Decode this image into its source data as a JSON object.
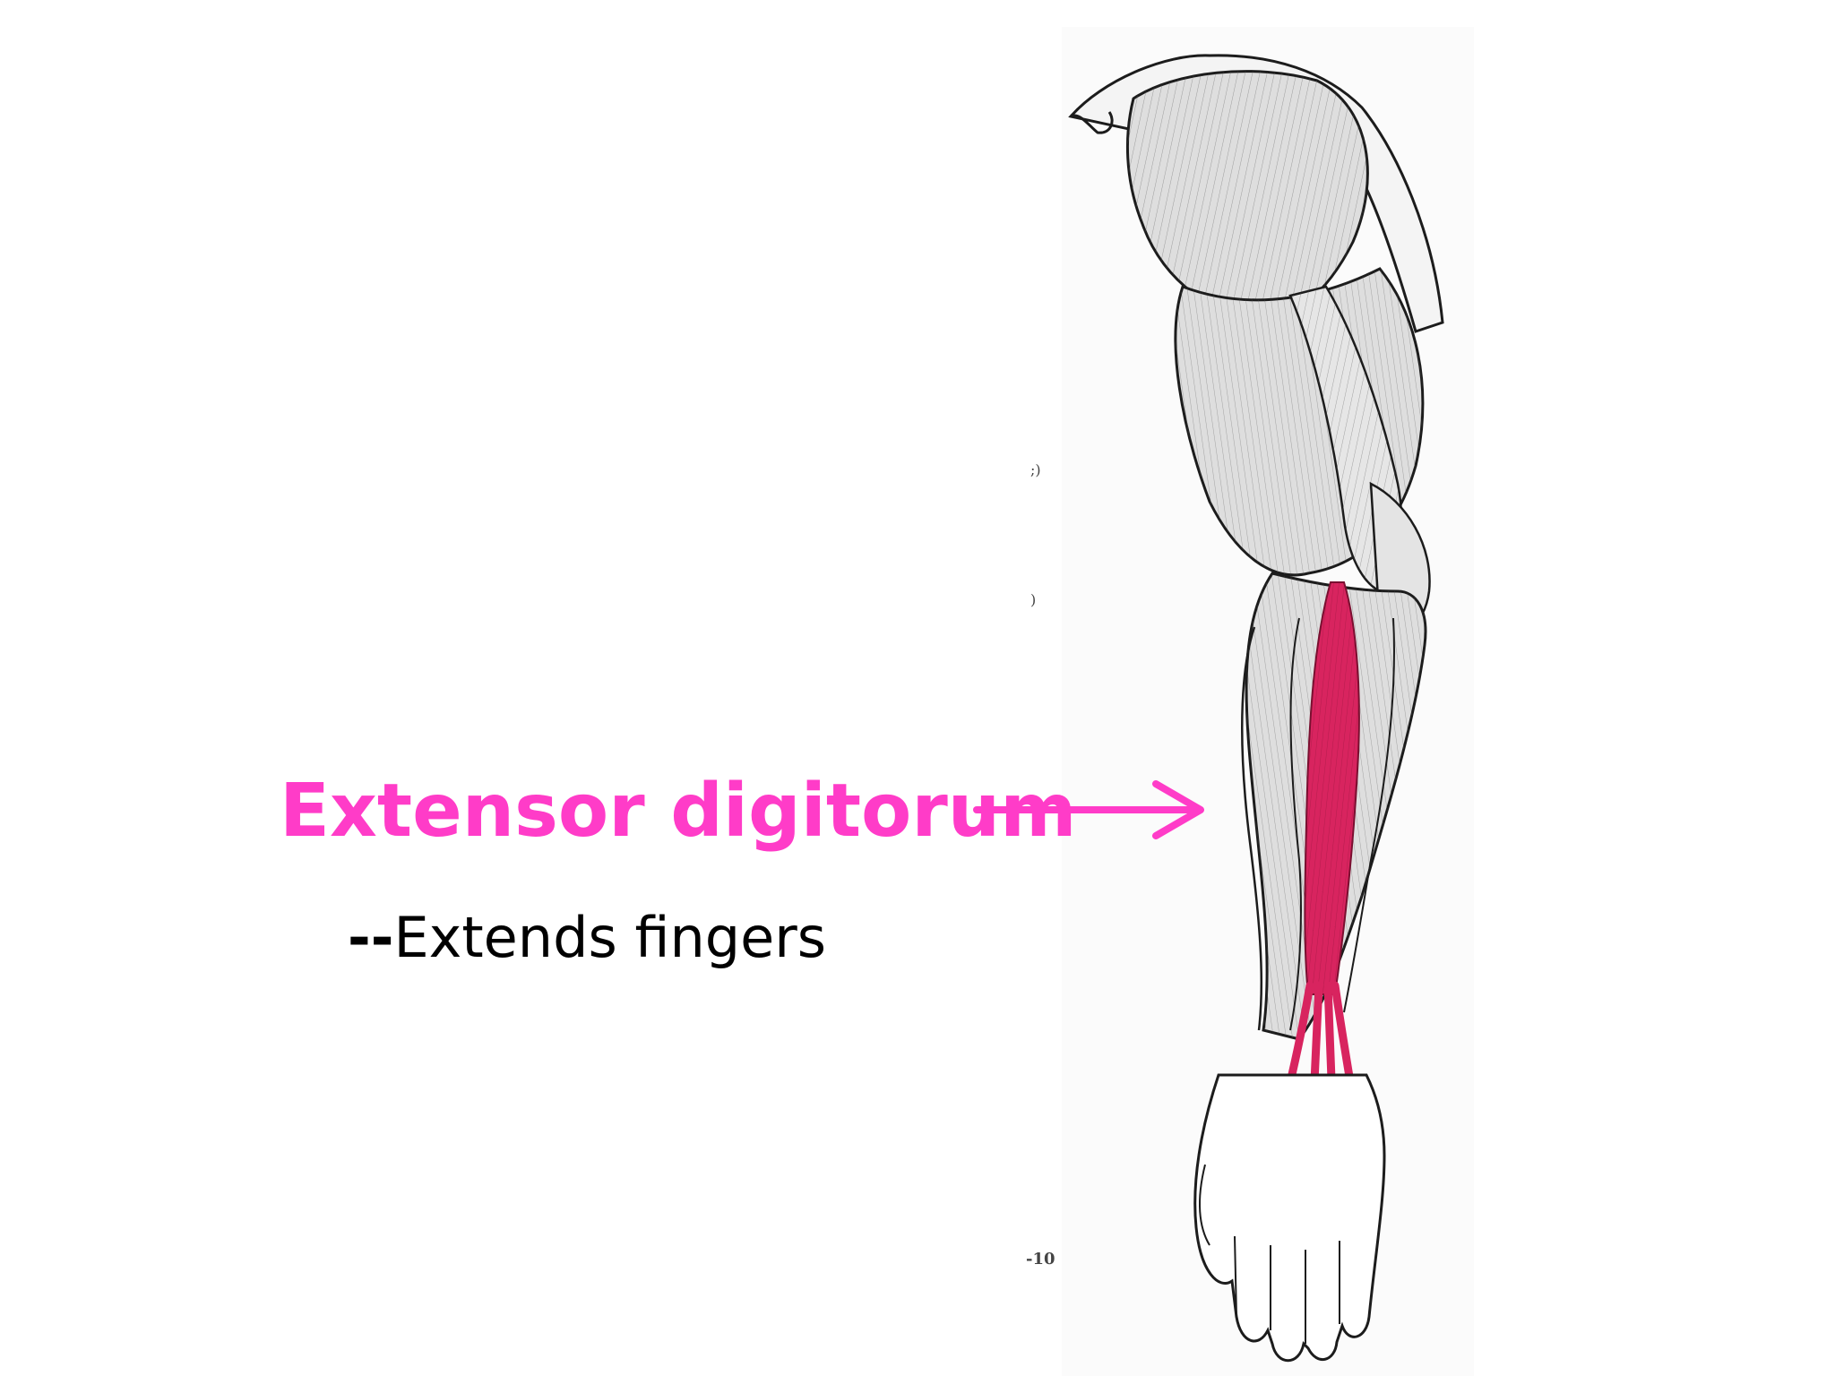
{
  "label": {
    "muscle_name": "Extensor digitorum",
    "dash": "--",
    "function": "Extends fingers"
  },
  "scan_marks": {
    "top": ";)",
    "mid": ")",
    "page_number": "-10"
  },
  "colors": {
    "label": "#ff3cc8",
    "arrow": "#ff3cc8",
    "highlighted_muscle": "#d8245f",
    "muscle_fill": "#dedede",
    "outline": "#1c1c1c"
  }
}
